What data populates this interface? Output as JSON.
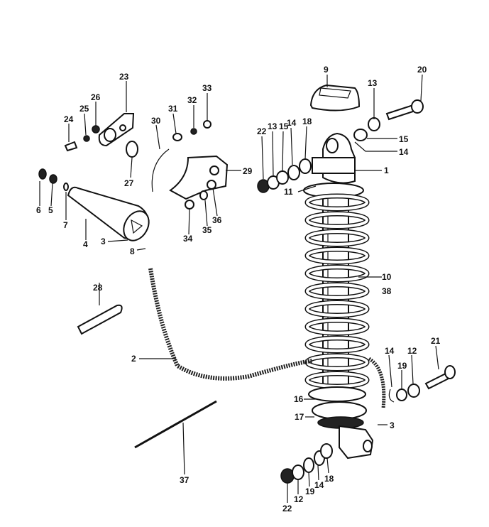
{
  "diagram": {
    "title": "Rear shock absorber exploded view",
    "labels": [
      "9",
      "20",
      "23",
      "13",
      "33",
      "26",
      "32",
      "31",
      "25",
      "24",
      "14",
      "18",
      "13",
      "15",
      "30",
      "22",
      "15",
      "14",
      "1",
      "29",
      "27",
      "11",
      "6",
      "5",
      "7",
      "4",
      "3",
      "8",
      "34",
      "35",
      "36",
      "10",
      "38",
      "28",
      "2",
      "14",
      "12",
      "21",
      "19",
      "16",
      "17",
      "3",
      "37",
      "18",
      "14",
      "19",
      "12",
      "22"
    ]
  }
}
